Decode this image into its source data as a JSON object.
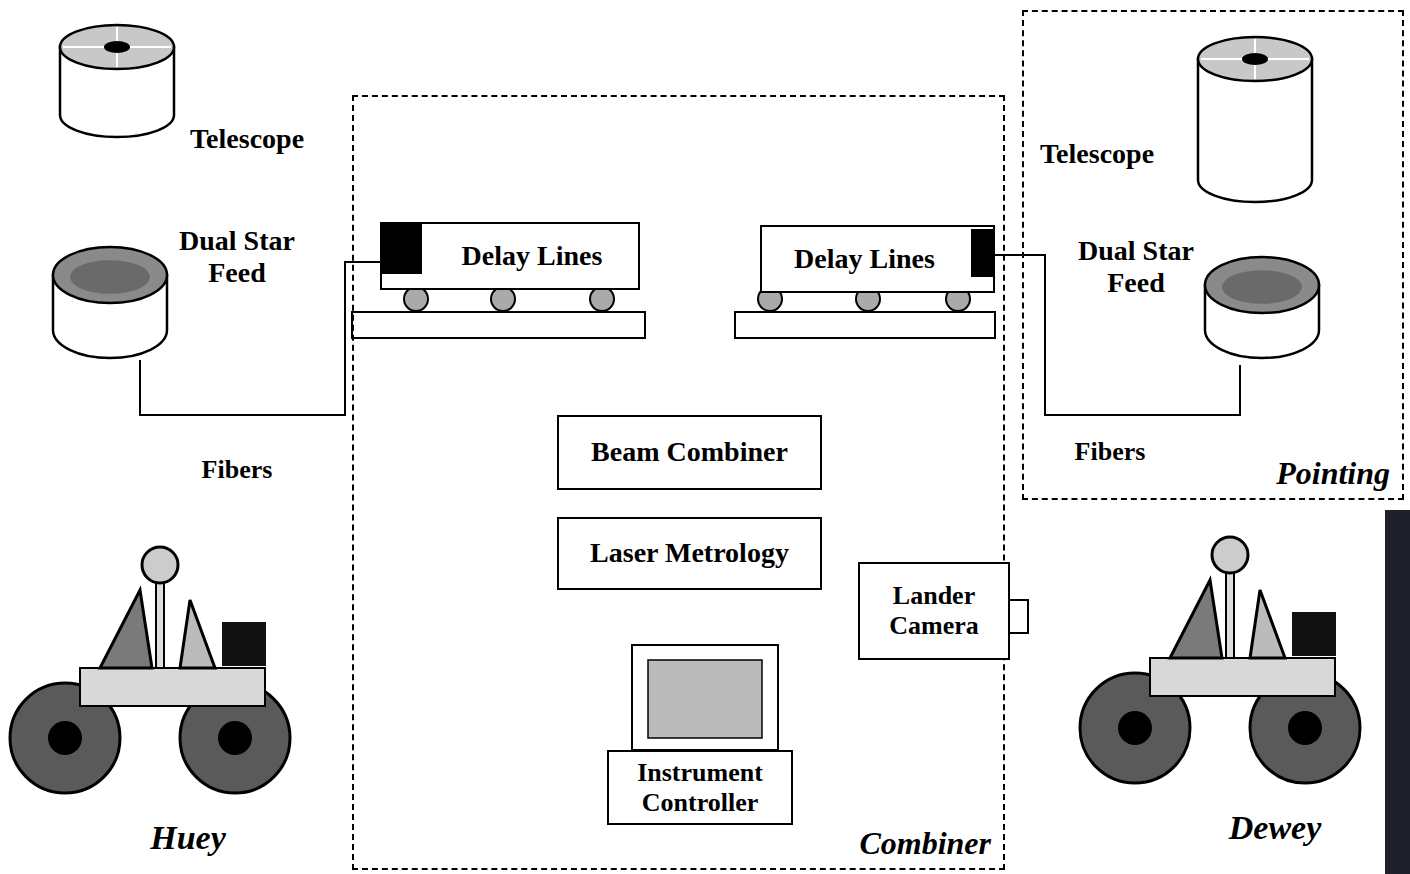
{
  "diagram": {
    "nodes": [
      {
        "text": [
          "Telescope"
        ]
      },
      {
        "text": [
          "Dual Star Feed"
        ]
      },
      {
        "text": [
          "Combiner"
        ]
      },
      {
        "text": [
          "Delay Lines"
        ],
        "in": 2
      },
      {
        "text": [
          "Delay Lines"
        ],
        "in": 2
      },
      {
        "text": [
          "Beam Combiner"
        ],
        "in": 2
      },
      {
        "text": [
          "Laser Metrology"
        ],
        "in": 2
      },
      {
        "text": [
          "Lander Camera"
        ],
        "in": 2
      },
      {
        "text": [
          "Instrument Controller"
        ],
        "in": 2
      },
      {
        "text": [
          "Pointing"
        ]
      },
      {
        "text": [
          "Telescope"
        ],
        "in": 9
      },
      {
        "text": [
          "Dual Star Feed"
        ],
        "in": 9
      }
    ],
    "edges": [
      {
        "from": 1,
        "to": 3,
        "arrow": "none",
        "label": "Fibers"
      },
      {
        "from": 11,
        "to": 4,
        "arrow": "none",
        "label": "Fibers"
      }
    ],
    "labels": [
      "Huey",
      "Dewey"
    ]
  }
}
